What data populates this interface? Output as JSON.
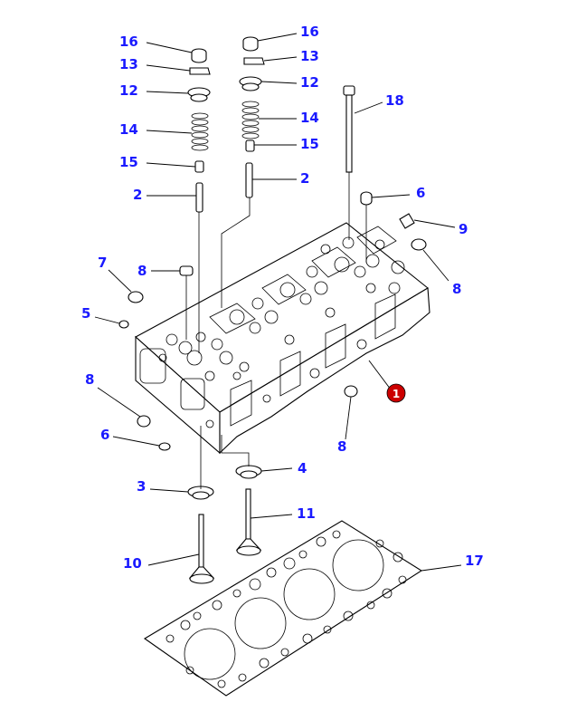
{
  "colors": {
    "callout_text": "#1a1aff",
    "line": "#000000",
    "badge_fill": "#cc0000",
    "badge_text": "#ffffff"
  },
  "callouts": {
    "c16a": "16",
    "c16b": "16",
    "c13a": "13",
    "c13b": "13",
    "c12a": "12",
    "c12b": "12",
    "c14a": "14",
    "c14b": "14",
    "c15a": "15",
    "c15b": "15",
    "c2a": "2",
    "c2b": "2",
    "c18": "18",
    "c6a": "6",
    "c6b": "6",
    "c9": "9",
    "c7": "7",
    "c8a": "8",
    "c8b": "8",
    "c8c": "8",
    "c8d": "8",
    "c5": "5",
    "c4": "4",
    "c3": "3",
    "c11": "11",
    "c10": "10",
    "c17": "17"
  },
  "badge": {
    "label": "1"
  }
}
